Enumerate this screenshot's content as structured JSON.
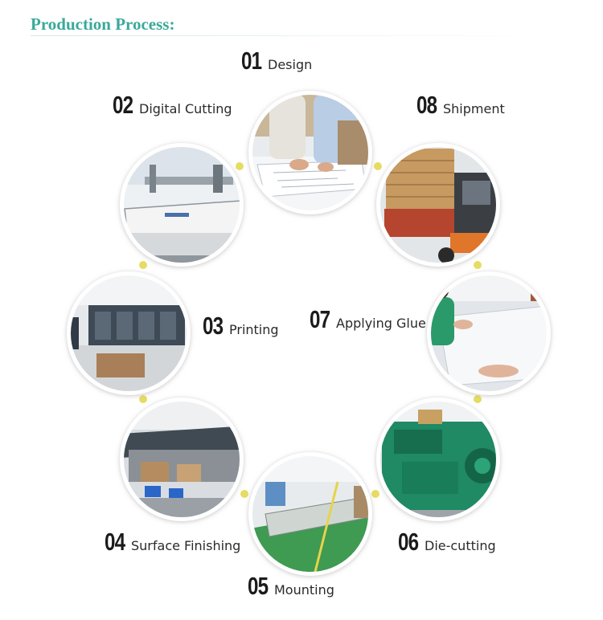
{
  "header": {
    "title": "Production Process:"
  },
  "steps": [
    {
      "num": "01",
      "label": "Design",
      "icon": "design-photo-icon"
    },
    {
      "num": "02",
      "label": "Digital Cutting",
      "icon": "cutting-machine-photo-icon"
    },
    {
      "num": "03",
      "label": "Printing",
      "icon": "printing-press-photo-icon"
    },
    {
      "num": "04",
      "label": "Surface Finishing",
      "icon": "finishing-line-photo-icon"
    },
    {
      "num": "05",
      "label": "Mounting",
      "icon": "mounting-line-photo-icon"
    },
    {
      "num": "06",
      "label": "Die-cutting",
      "icon": "die-cutter-photo-icon"
    },
    {
      "num": "07",
      "label": "Applying Glue",
      "icon": "glue-table-photo-icon"
    },
    {
      "num": "08",
      "label": "Shipment",
      "icon": "forklift-photo-icon"
    }
  ],
  "colors": {
    "title": "#3aa99a",
    "connector": "#e8e06a",
    "photo_border": "#ffffff",
    "shadow": "#c8c8c8"
  }
}
